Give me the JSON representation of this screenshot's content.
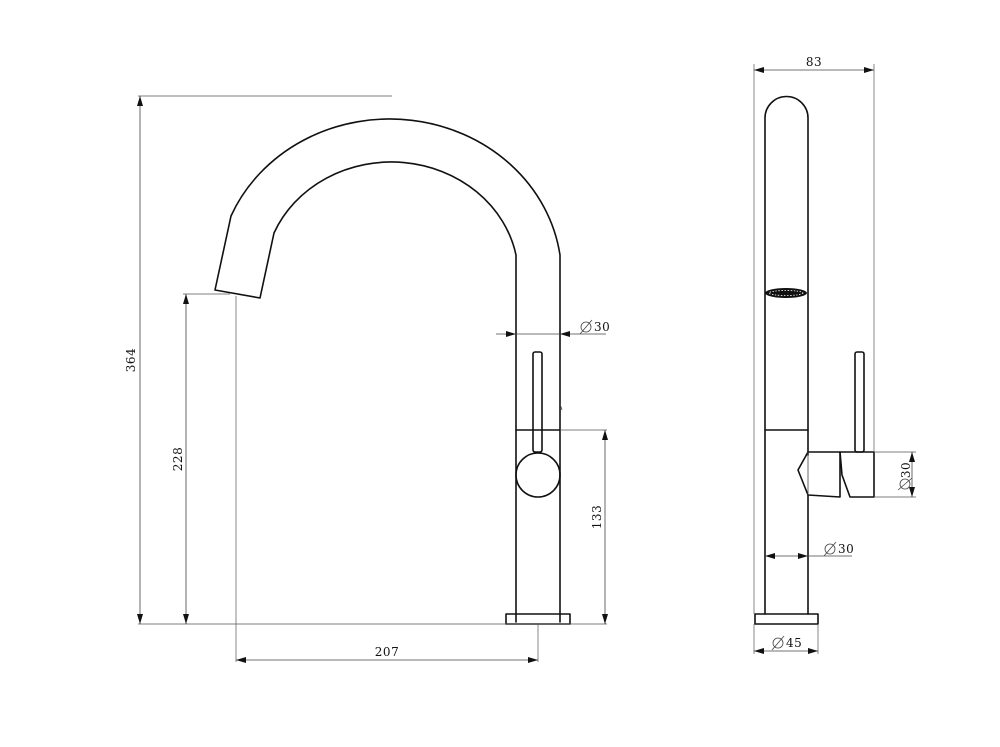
{
  "front_view": {
    "overall_height": "364",
    "spout_height": "228",
    "lever_axis_height": "133",
    "spout_reach": "207",
    "spout_diameter": "30"
  },
  "side_view": {
    "overall_depth": "83",
    "lever_diameter": "30",
    "body_diameter": "30",
    "base_diameter": "45"
  },
  "colors": {
    "line": "#111111",
    "background": "#ffffff"
  }
}
